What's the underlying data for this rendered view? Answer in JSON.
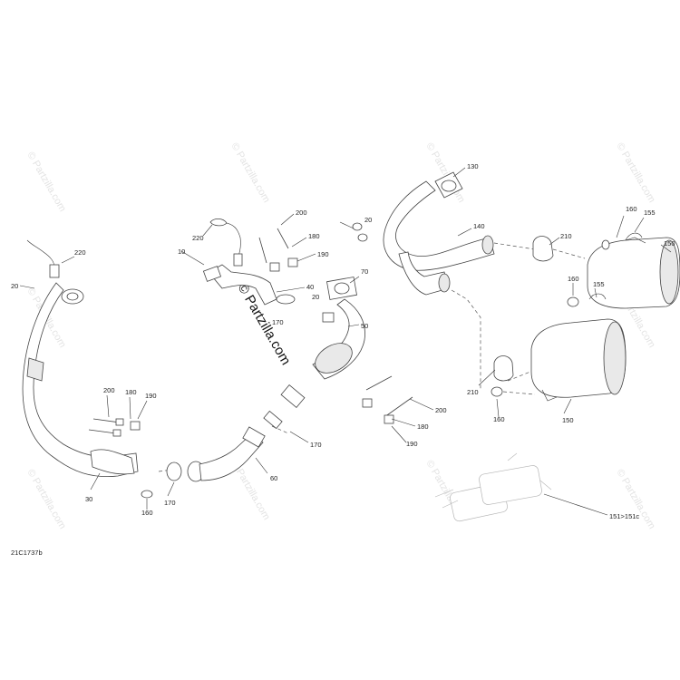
{
  "diagram_code": "21C1737b",
  "watermark": {
    "text": "© Partzilla.com",
    "center_text": "© Partzilla.com"
  },
  "callouts": {
    "c10": "10",
    "c20_left": "20",
    "c20_center": "20",
    "c20_right": "20",
    "c30": "30",
    "c40": "40",
    "c50": "50",
    "c60": "60",
    "c70": "70",
    "c130": "130",
    "c140": "140",
    "c150_top": "150",
    "c150_bottom": "150",
    "c151": "151>151c",
    "c155_top": "155",
    "c155_bottom": "155",
    "c160_left": "160",
    "c160_right": "160",
    "c160_top": "160",
    "c160_mid": "160",
    "c170_left": "170",
    "c170_center": "170",
    "c170_mid": "170",
    "c180_top": "180",
    "c180_left": "180",
    "c180_right": "180",
    "c190_top": "190",
    "c190_left": "190",
    "c190_right": "190",
    "c200_top": "200",
    "c200_left": "200",
    "c200_right": "200",
    "c210_top": "210",
    "c210_bottom": "210",
    "c220_left": "220",
    "c220_top": "220"
  }
}
